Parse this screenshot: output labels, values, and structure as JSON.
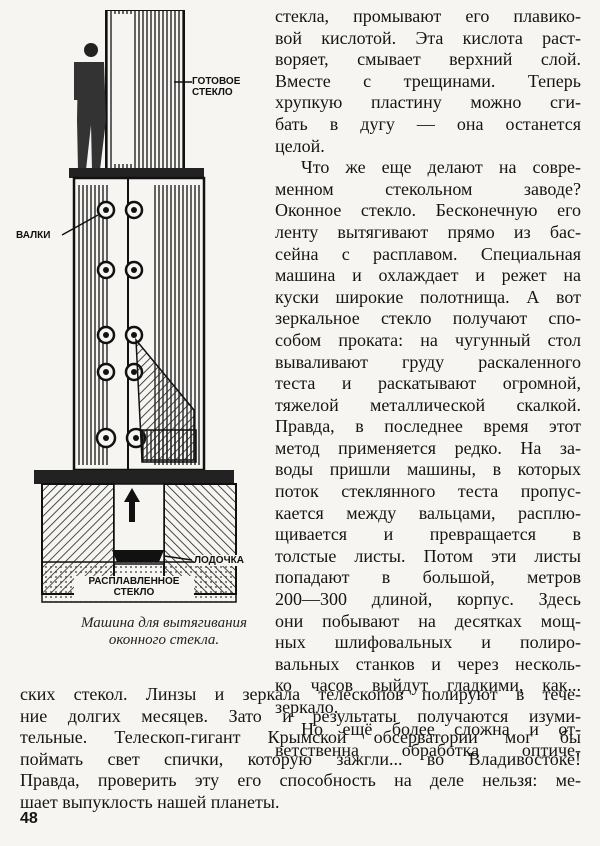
{
  "figure": {
    "labels": {
      "ready_glass": "ГОТОВОЕ СТЕКЛО",
      "rollers": "ВАЛКИ",
      "boat": "ЛОДОЧКА",
      "molten_glass": "РАСПЛАВЛЕННОЕ СТЕКЛО"
    },
    "caption_line1": "Машина для вытягивания",
    "caption_line2": "оконного стекла."
  },
  "column_lines": [
    "стекла, промывают его плавико-",
    "вой кислотой. Эта кислота раст-",
    "воряет, смывает верхний слой.",
    "Вместе с трещинами. Теперь",
    "хрупкую пластину можно сги-",
    "бать в дугу — она останется",
    "целой.",
    "Что же еще делают на совре-",
    "менном стекольном заводе?",
    "Оконное стекло. Бесконечную его",
    "ленту вытягивают прямо из бас-",
    "сейна с расплавом. Специальная",
    "машина и охлаждает и режет на",
    "куски широкие полотнища. А вот",
    "зеркальное стекло получают спо-",
    "собом проката: на чугунный стол",
    "вываливают груду раскаленного",
    "теста и раскатывают огромной,",
    "тяжелой металлической скалкой.",
    "Правда, в последнее время этот",
    "метод применяется редко. На за-",
    "воды пришли машины, в которых",
    "поток стеклянного теста пропус-",
    "кается между вальцами, расплю-",
    "щивается и превращается в",
    "толстые листы. Потом эти листы",
    "попадают в большой, метров",
    "200—300 длиной, корпус. Здесь",
    "они побывают на десятках мощ-",
    "ных шлифовальных и полиро-",
    "вальных станков и через несколь-",
    "ко часов выйдут гладкими, как...",
    "зеркало.",
    "Но ещё более сложна и от-",
    "ветственна обработка оптиче-"
  ],
  "wide_lines": [
    "ских стекол. Линзы и зеркала телескопов полируют в тече-",
    "ние долгих месяцев. Зато и результаты получаются изуми-",
    "тельные. Телескоп-гигант Крымской обсерватории мог бы",
    "поймать свет спички, которую зажгли... во Владивостоке!",
    "Правда, проверить эту его способность на деле нельзя: ме-",
    "шает выпуклость нашей планеты."
  ],
  "page_number": "48"
}
